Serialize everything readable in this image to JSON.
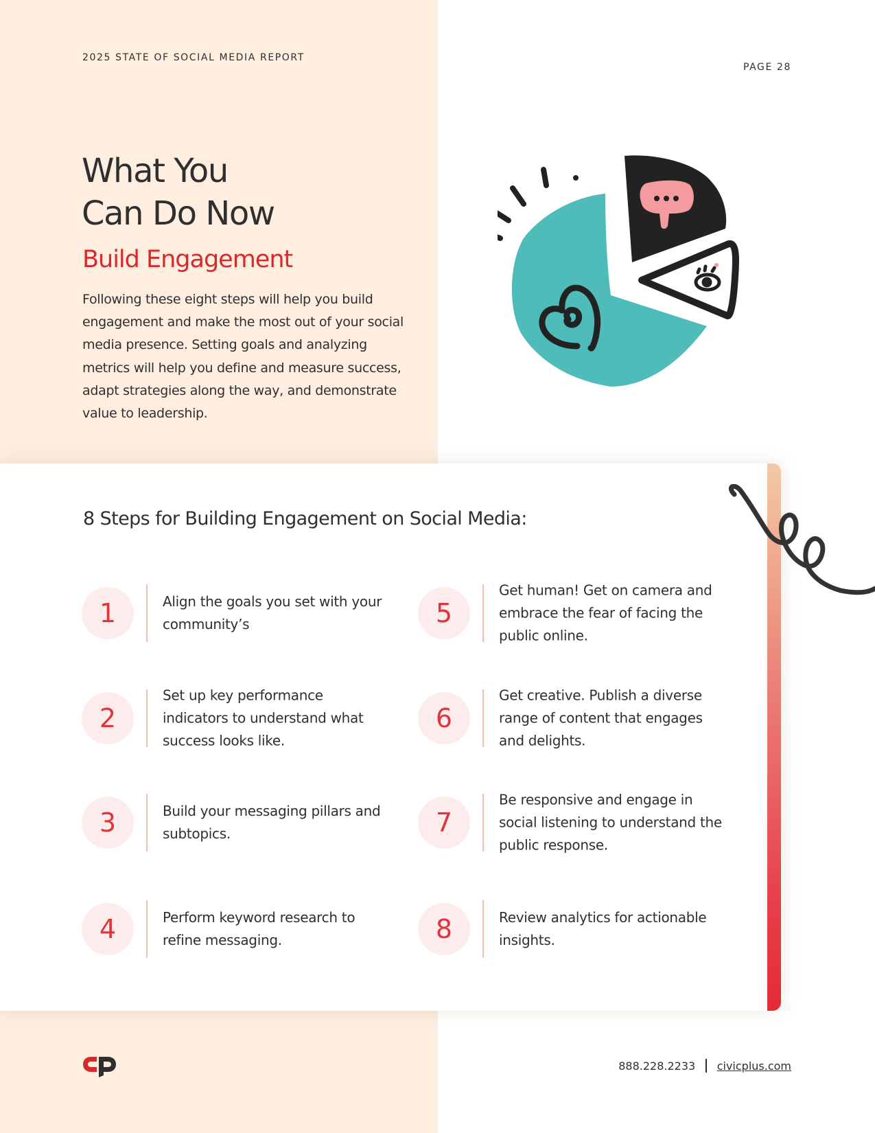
{
  "header": {
    "report_label": "2025 STATE OF SOCIAL MEDIA REPORT",
    "page_label": "PAGE 28"
  },
  "intro": {
    "title": "What You\nCan Do Now",
    "subtitle": "Build Engagement",
    "body": "Following these eight steps will help you build engagement and make the most out of your social media presence. Setting goals and analyzing metrics will help you define and measure success, adapt strategies along the way, and demonstrate value to leadership."
  },
  "steps_section": {
    "heading": "8 Steps for Building Engagement on Social Media:",
    "steps": [
      {
        "number": "1",
        "text": "Align the goals you set with your community’s"
      },
      {
        "number": "2",
        "text": "Set up key performance indicators to understand what success looks like."
      },
      {
        "number": "3",
        "text": "Build your messaging pillars and subtopics."
      },
      {
        "number": "4",
        "text": "Perform keyword research to refine messaging."
      },
      {
        "number": "5",
        "text": "Get human! Get on camera and embrace the fear of facing the public online."
      },
      {
        "number": "6",
        "text": "Get creative. Publish a diverse range of content that engages and delights."
      },
      {
        "number": "7",
        "text": "Be responsive and engage in social listening to understand the public response."
      },
      {
        "number": "8",
        "text": "Review analytics for actionable insights."
      }
    ]
  },
  "footer": {
    "phone": "888.228.2233",
    "website": "civicplus.com"
  },
  "icons": {
    "hero": "pie-chart-doodle-icon",
    "logo": "civicplus-logo-icon",
    "decoration": "swirl-doodle-icon"
  },
  "colors": {
    "accent_red": "#d72a2a",
    "panel_beige": "#fdeee0",
    "teal": "#4fbcb9",
    "pink": "#f49ba0",
    "circle_bg": "#fdecec"
  }
}
